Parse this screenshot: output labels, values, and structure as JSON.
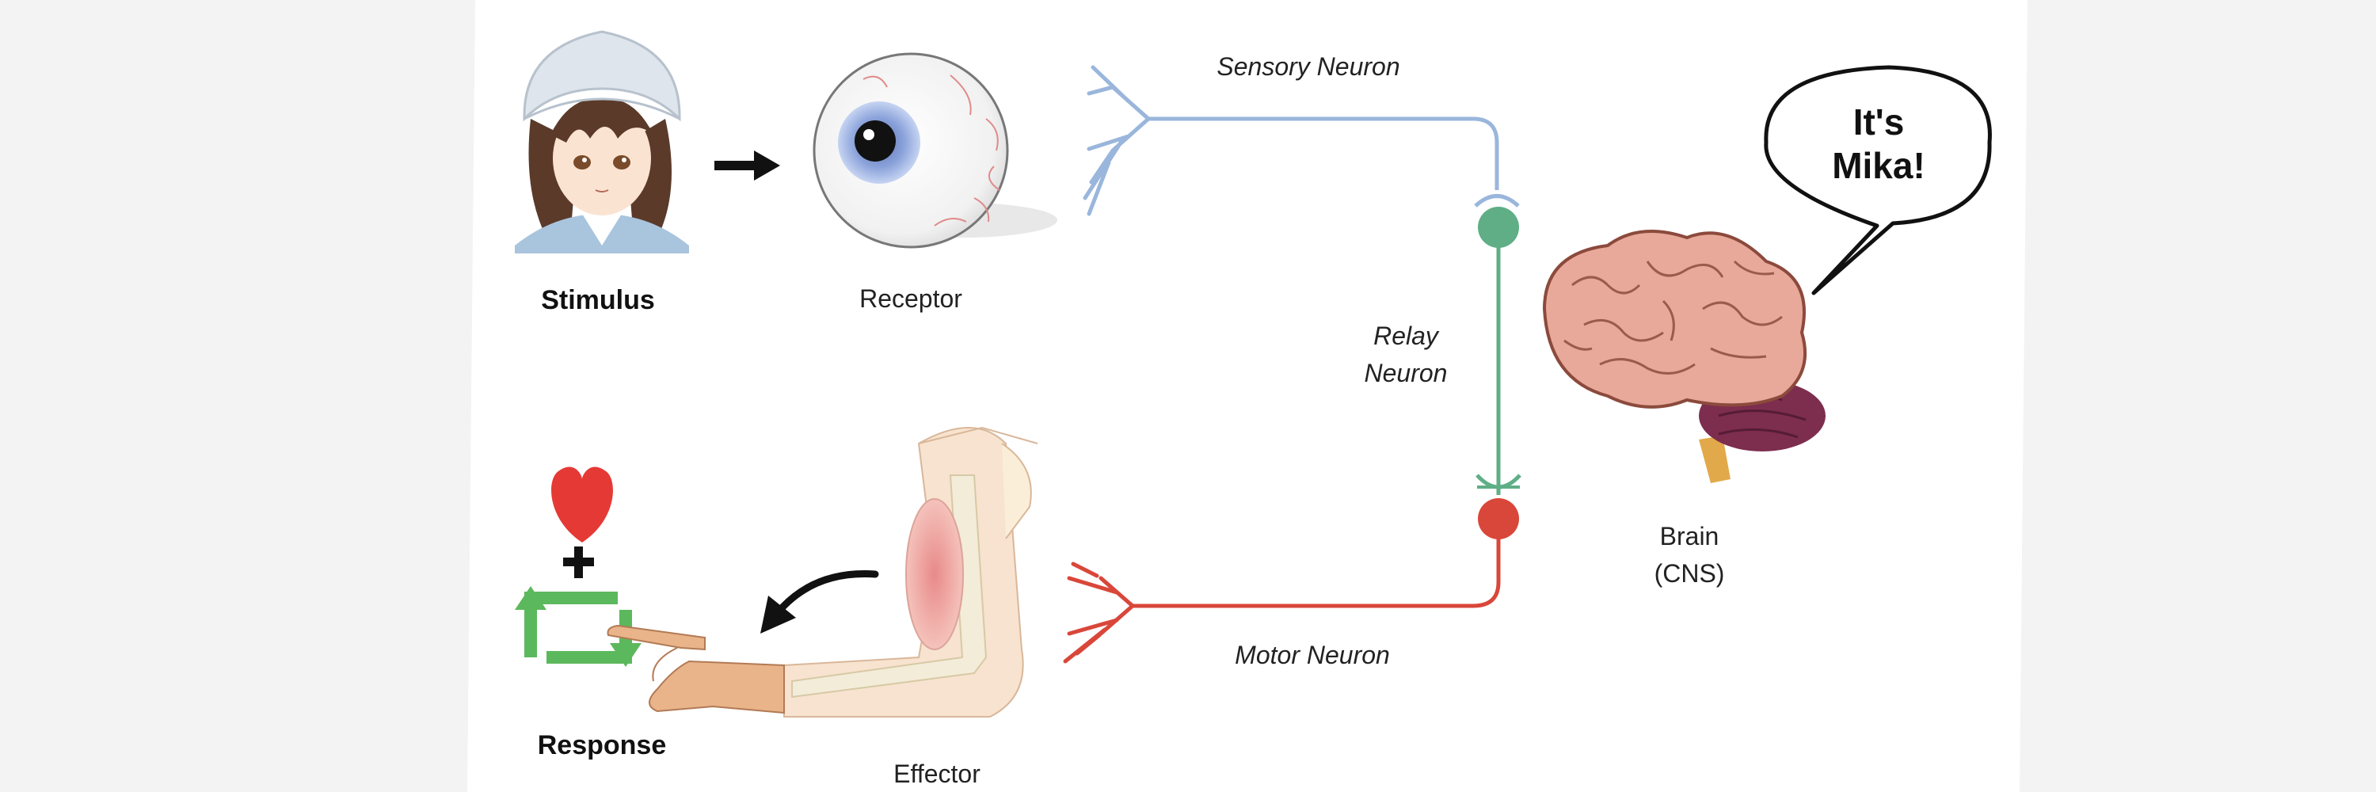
{
  "labels": {
    "stimulus": "Stimulus",
    "receptor": "Receptor",
    "sensory_neuron": "Sensory Neuron",
    "relay_neuron_line1": "Relay",
    "relay_neuron_line2": "Neuron",
    "motor_neuron": "Motor Neuron",
    "brain_line1": "Brain",
    "brain_line2": "(CNS)",
    "effector": "Effector",
    "response": "Response"
  },
  "speech_bubble": {
    "line1": "It's",
    "line2": "Mika!"
  },
  "colors": {
    "sensory": "#9ab6dc",
    "relay": "#5fae86",
    "motor": "#d9473a",
    "heart": "#e53935",
    "loop_arrows": "#5cb85c"
  },
  "icons": [
    "anime-girl-stimulus",
    "eye-receptor",
    "brain-icon",
    "heart-icon",
    "plus-icon",
    "repeat-arrows-icon",
    "arm-effector",
    "hand-pointing-icon",
    "curved-arrow-icon",
    "right-arrow-icon"
  ]
}
